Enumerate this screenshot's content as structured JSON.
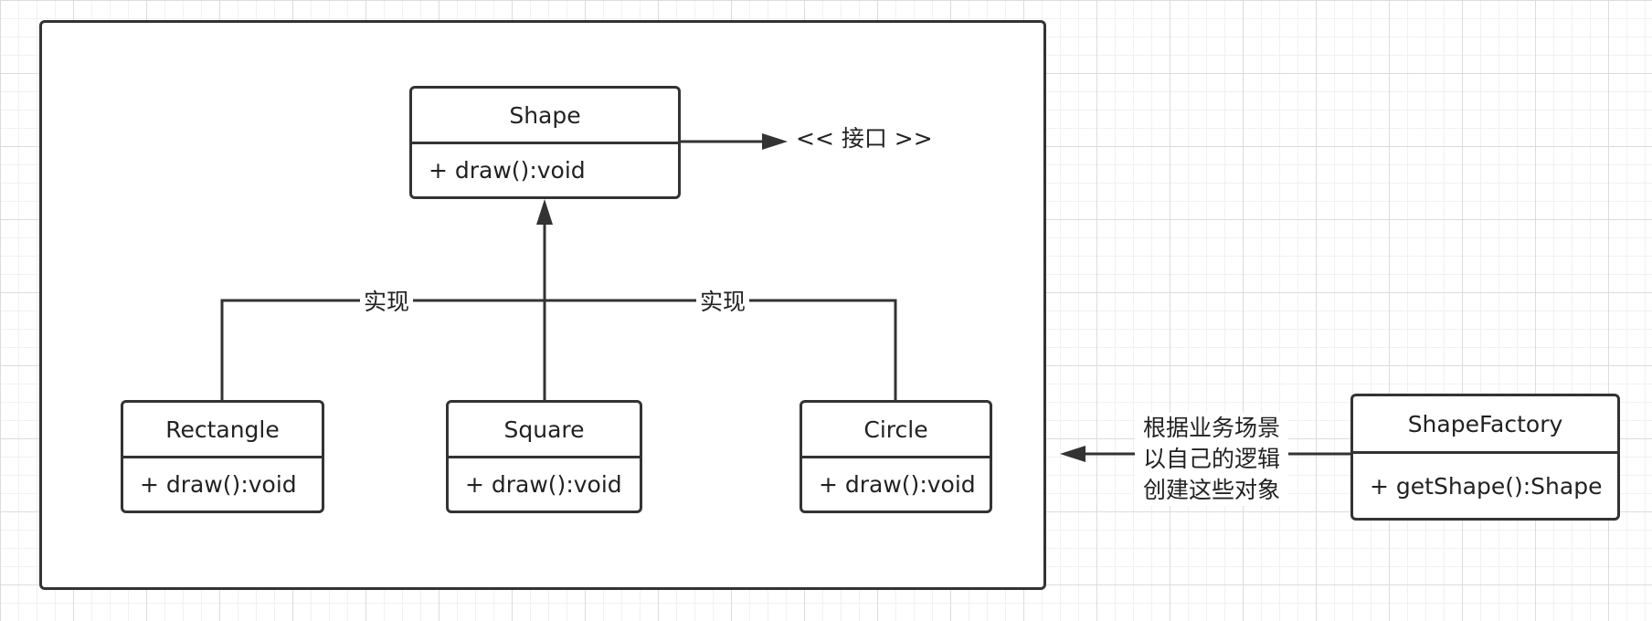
{
  "classes": {
    "shape": {
      "name": "Shape",
      "method": "+ draw():void"
    },
    "rectangle": {
      "name": "Rectangle",
      "method": "+ draw():void"
    },
    "square": {
      "name": "Square",
      "method": "+ draw():void"
    },
    "circle": {
      "name": "Circle",
      "method": "+ draw():void"
    },
    "factory": {
      "name": "ShapeFactory",
      "method": "+ getShape():Shape"
    }
  },
  "labels": {
    "interface": "<< 接口 >>",
    "implement_left": "实现",
    "implement_right": "实现",
    "factory_note": [
      "根据业务场景",
      "以自己的逻辑",
      "创建这些对象"
    ]
  },
  "colors": {
    "line": "#333333",
    "grid": "#dcdcdc",
    "background": "#ffffff"
  }
}
